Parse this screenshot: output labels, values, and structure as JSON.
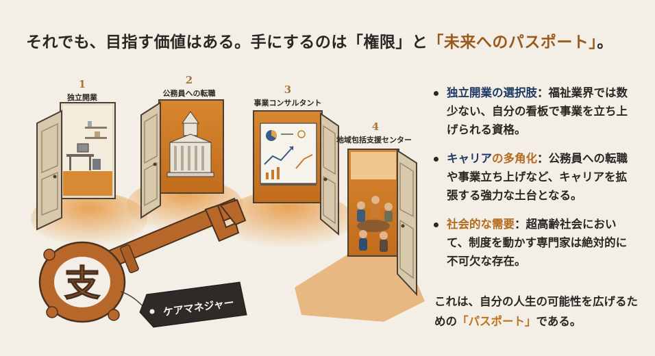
{
  "title": {
    "part1": "それでも、目指す価値はある。手にするのは",
    "bracket1": "「権限」",
    "mid": "と",
    "bracket2": "「未来へのパスポート」",
    "end": "。"
  },
  "doors": [
    {
      "number": "1",
      "label": "独立開業"
    },
    {
      "number": "2",
      "label": "公務員への転職"
    },
    {
      "number": "3",
      "label": "事業コンサルタント"
    },
    {
      "number": "4",
      "label": "地域包括支援センター"
    }
  ],
  "key": {
    "emblem": "支",
    "tag_label": "ケアマネジャー"
  },
  "bullets": [
    {
      "lead": "独立開業の選択肢",
      "lead_color": "#1f3a66",
      "text": "：福祉業界では数少ない、自分の看板で事業を立ち上げられる資格。"
    },
    {
      "lead_a": "キャリア",
      "lead_b": "の多角化",
      "text": "：公務員への転職や事業立ち上げなど、キャリアを拡張する強力な土台となる。"
    },
    {
      "lead": "社会的な需要",
      "lead_color": "#b56a1c",
      "text": "：超高齢社会において、制度を動かす専門家は絶対的に不可欠な存在。"
    }
  ],
  "closing": {
    "before": "これは、自分の人生の可能性を広げるための",
    "highlight": "「パスポート」",
    "after": "である。"
  },
  "colors": {
    "background": "#f3efe6",
    "accent_orange": "#c0701a",
    "accent_navy": "#1f3a66",
    "door_wood": "#d8c9ad",
    "doorway_glow": "#d98a35"
  }
}
